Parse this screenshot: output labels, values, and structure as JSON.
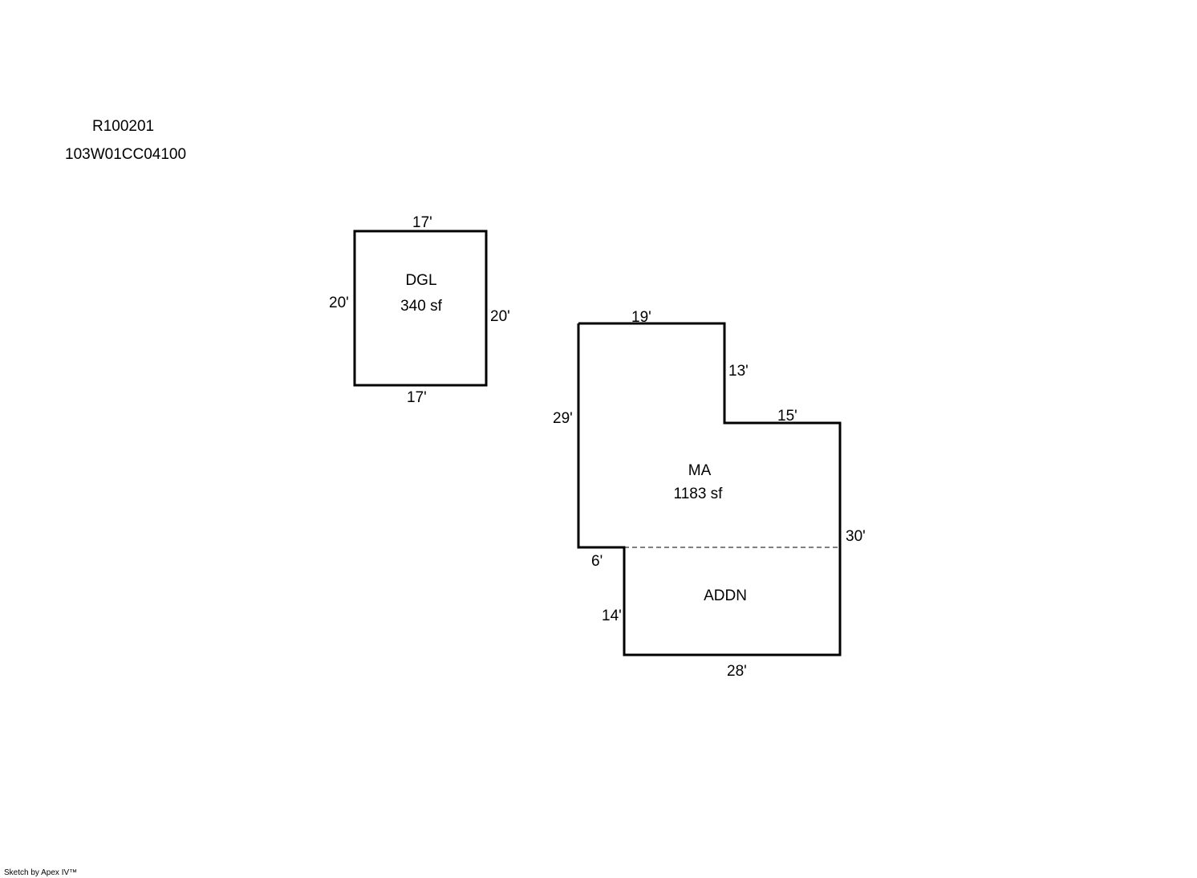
{
  "header": {
    "parcel_id": "R100201",
    "map_number": "103W01CC04100"
  },
  "areas": {
    "dgl": {
      "code": "DGL",
      "area": "340 sf",
      "dims": {
        "top": "17'",
        "bottom": "17'",
        "left": "20'",
        "right": "20'"
      }
    },
    "ma": {
      "code": "MA",
      "area": "1183 sf",
      "dims": {
        "top": "19'",
        "step_down": "13'",
        "step_right": "15'",
        "left": "29'",
        "right": "30'",
        "notch": "6'",
        "lower_left": "14'",
        "bottom": "28'"
      }
    },
    "addn": {
      "code": "ADDN"
    }
  },
  "credit": "Sketch by Apex IV™",
  "colors": {
    "line": "#000000",
    "background": "#ffffff"
  }
}
